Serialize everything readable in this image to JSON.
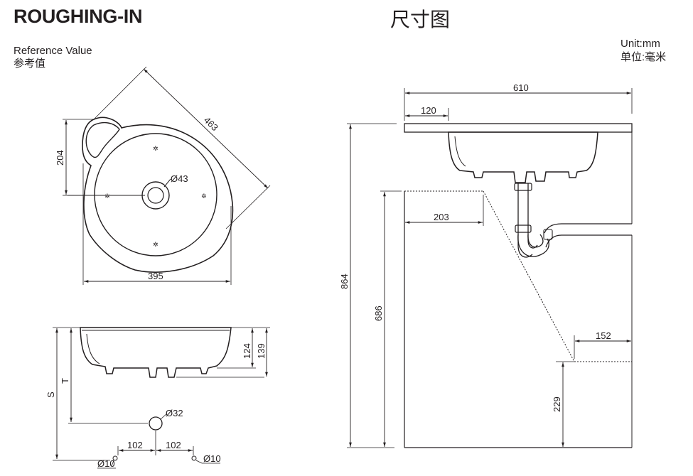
{
  "header": {
    "title_en": "ROUGHING-IN",
    "title_cn": "尺寸图",
    "reference_en": "Reference Value",
    "reference_cn": "参考值",
    "unit_en": "Unit:mm",
    "unit_cn": "单位:毫米"
  },
  "top_view": {
    "diagonal": "463",
    "depth": "204",
    "width": "395",
    "drain": "Ø43"
  },
  "side_view": {
    "height_inner": "124",
    "height_outer": "139",
    "label_t": "T",
    "label_s": "S",
    "pipe": "Ø32",
    "offset_left": "102",
    "offset_right": "102",
    "supply_left": "Ø10",
    "supply_right": "Ø10"
  },
  "install_view": {
    "counter_width": "610",
    "sink_offset": "120",
    "total_height": "864",
    "cabinet_height": "686",
    "inset": "203",
    "trap_offset": "152",
    "trap_height": "229"
  }
}
